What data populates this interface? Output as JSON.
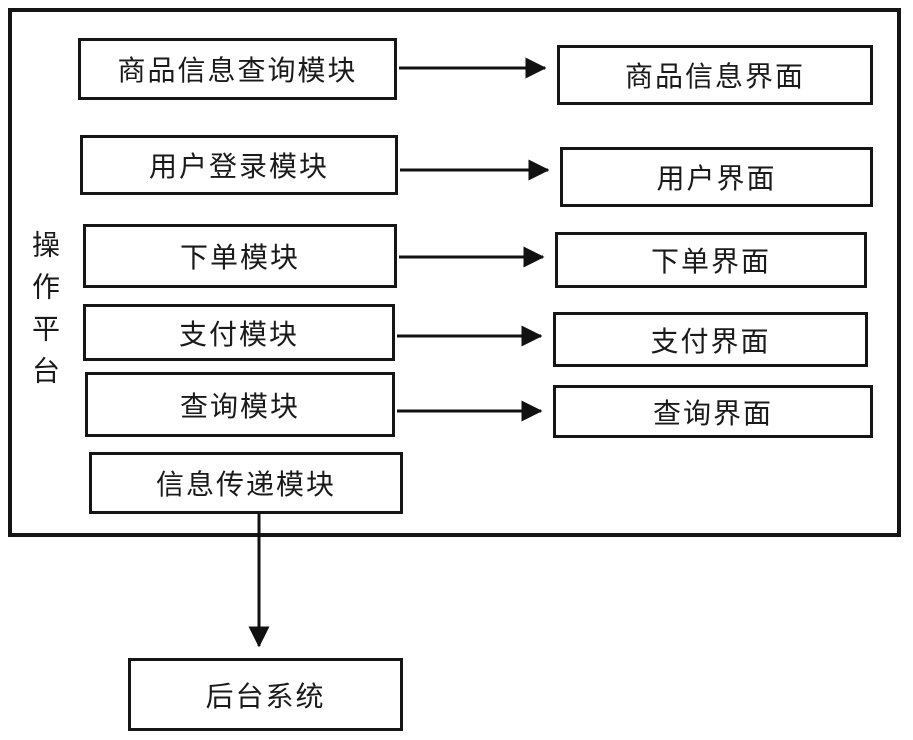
{
  "platform": {
    "label": "操作平台"
  },
  "modules": [
    {
      "label": "商品信息查询模块"
    },
    {
      "label": "用户登录模块"
    },
    {
      "label": "下单模块"
    },
    {
      "label": "支付模块"
    },
    {
      "label": "查询模块"
    },
    {
      "label": "信息传递模块"
    }
  ],
  "interfaces": [
    {
      "label": "商品信息界面"
    },
    {
      "label": "用户界面"
    },
    {
      "label": "下单界面"
    },
    {
      "label": "支付界面"
    },
    {
      "label": "查询界面"
    }
  ],
  "backend": {
    "label": "后台系统"
  },
  "colors": {
    "border": "#151515",
    "background": "#ffffff",
    "text": "#1a1a1a",
    "arrow": "#111111"
  }
}
